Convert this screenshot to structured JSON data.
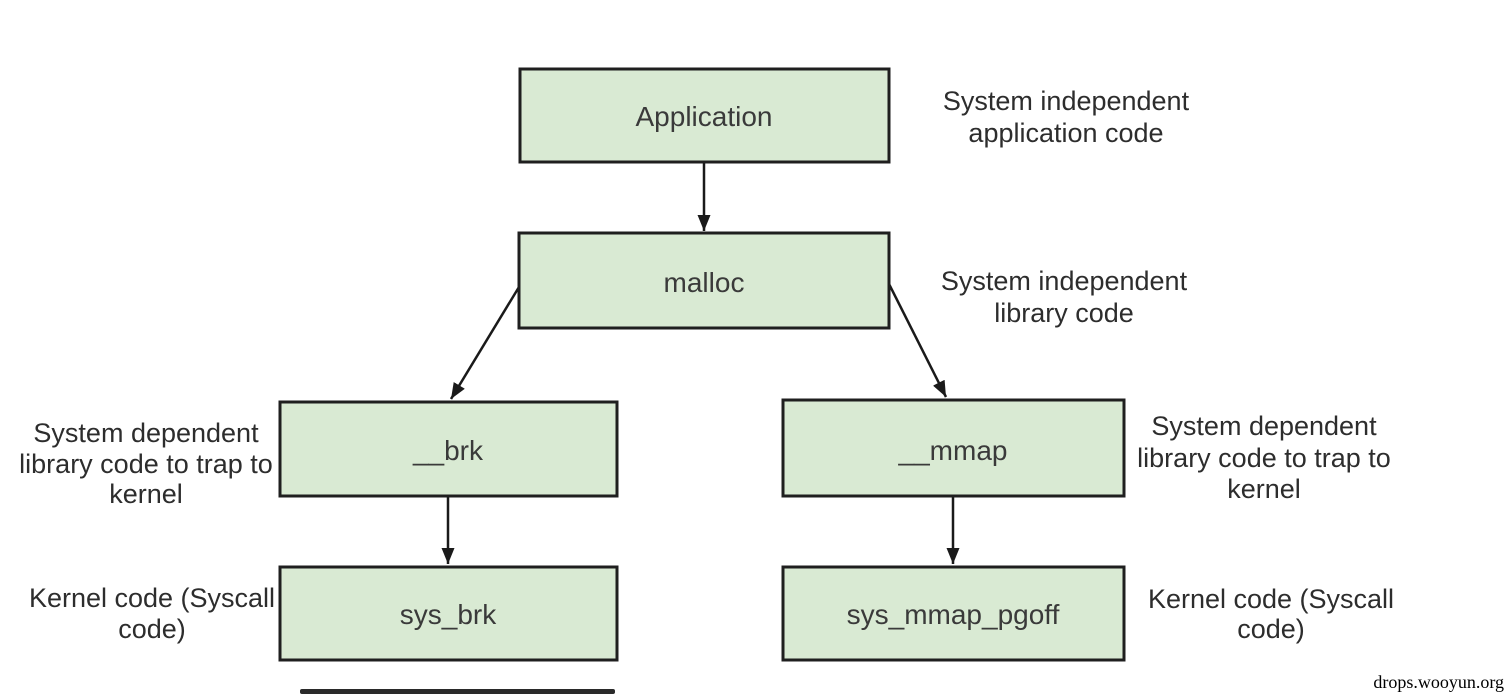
{
  "diagram": {
    "title_hint": "malloc system call flow diagram",
    "boxes": {
      "application": {
        "label": "Application"
      },
      "malloc": {
        "label": "malloc"
      },
      "brk": {
        "label": "__brk"
      },
      "mmap": {
        "label": "__mmap"
      },
      "sys_brk": {
        "label": "sys_brk"
      },
      "sys_mmap_pgoff": {
        "label": "sys_mmap_pgoff"
      }
    },
    "annotations": {
      "application": {
        "lines": [
          "System independent",
          "application code"
        ]
      },
      "malloc": {
        "lines": [
          "System independent",
          "library code"
        ]
      },
      "brk": {
        "lines": [
          "System dependent",
          "library code to trap to",
          "kernel"
        ]
      },
      "mmap": {
        "lines": [
          "System dependent",
          "library code to trap to",
          "kernel"
        ]
      },
      "sys_brk": {
        "lines": [
          "Kernel code (Syscall",
          "code)"
        ]
      },
      "sys_mmap_pgoff": {
        "lines": [
          "Kernel code (Syscall",
          "code)"
        ]
      }
    },
    "watermark": "drops.wooyun.org",
    "colors": {
      "background": "#ffffff",
      "box_fill": "#d9ead3",
      "box_border": "#1f1f1f",
      "arrow": "#1a1a1a",
      "box_text": "#3a3a3a",
      "note_text": "#2d2d2d",
      "watermark_text": "#000000",
      "artifact": "#2a2a2a"
    }
  }
}
